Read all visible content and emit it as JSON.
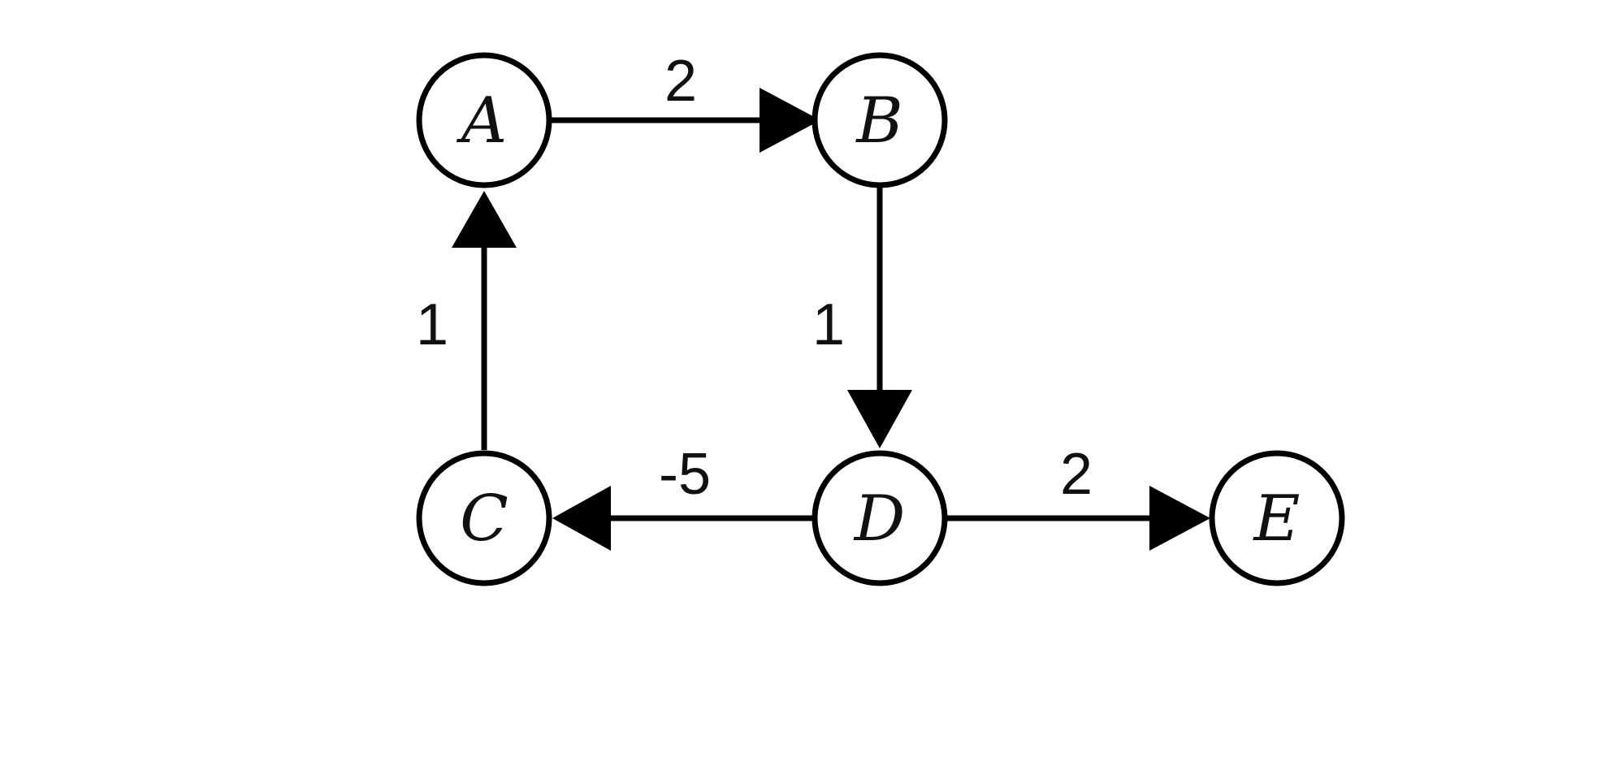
{
  "graph": {
    "nodes": [
      {
        "id": "A",
        "label": "A"
      },
      {
        "id": "B",
        "label": "B"
      },
      {
        "id": "C",
        "label": "C"
      },
      {
        "id": "D",
        "label": "D"
      },
      {
        "id": "E",
        "label": "E"
      }
    ],
    "edges": [
      {
        "from": "A",
        "to": "B",
        "weight": "2"
      },
      {
        "from": "B",
        "to": "D",
        "weight": "1"
      },
      {
        "from": "D",
        "to": "C",
        "weight": "-5"
      },
      {
        "from": "C",
        "to": "A",
        "weight": "1"
      },
      {
        "from": "D",
        "to": "E",
        "weight": "2"
      }
    ]
  }
}
